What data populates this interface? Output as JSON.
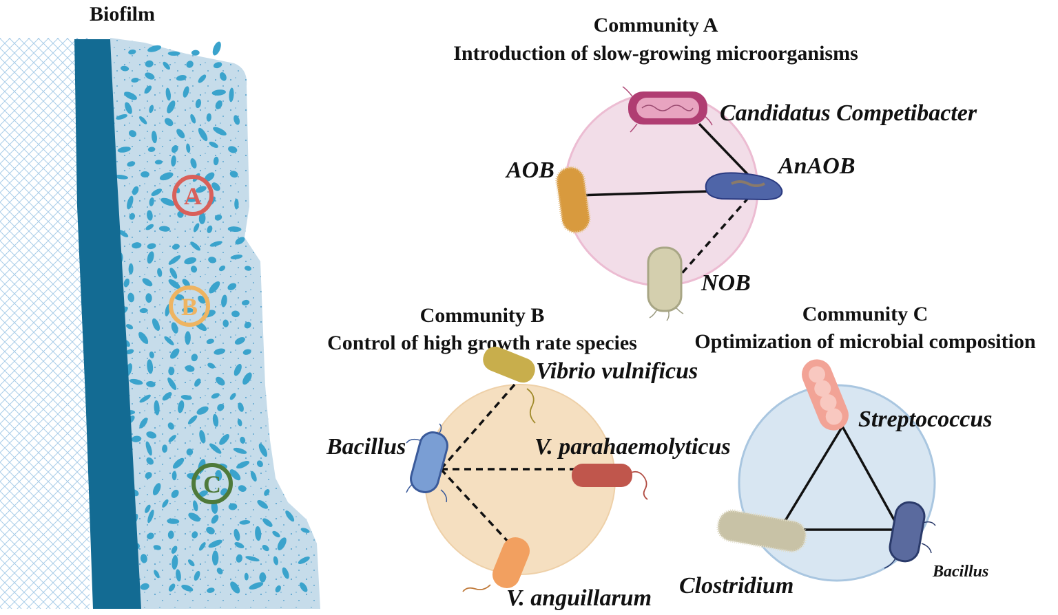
{
  "biofilm": {
    "title": "Biofilm",
    "markers": [
      {
        "label": "A",
        "color": "#d9605a"
      },
      {
        "label": "B",
        "color": "#eeb462"
      },
      {
        "label": "C",
        "color": "#4e7a3a"
      }
    ]
  },
  "community_a": {
    "title": "Community A",
    "subtitle": "Introduction of slow-growing microorganisms",
    "circle_color": "#f2dde8",
    "organisms": {
      "candidatus": "Candidatus Competibacter",
      "aob": "AOB",
      "anaob": "AnAOB",
      "nob": "NOB"
    }
  },
  "community_b": {
    "title": "Community B",
    "subtitle": "Control of high growth rate species",
    "circle_color": "#f5dfc0",
    "organisms": {
      "vibrio": "Vibrio vulnificus",
      "bacillus": "Bacillus",
      "para": "V. parahaemolyticus",
      "anguillarum": "V. anguillarum"
    }
  },
  "community_c": {
    "title": "Community C",
    "subtitle": "Optimization of microbial composition",
    "circle_color": "#d8e6f2",
    "organisms": {
      "streptococcus": "Streptococcus",
      "clostridium": "Clostridium",
      "bacillus": "Bacillus"
    }
  }
}
